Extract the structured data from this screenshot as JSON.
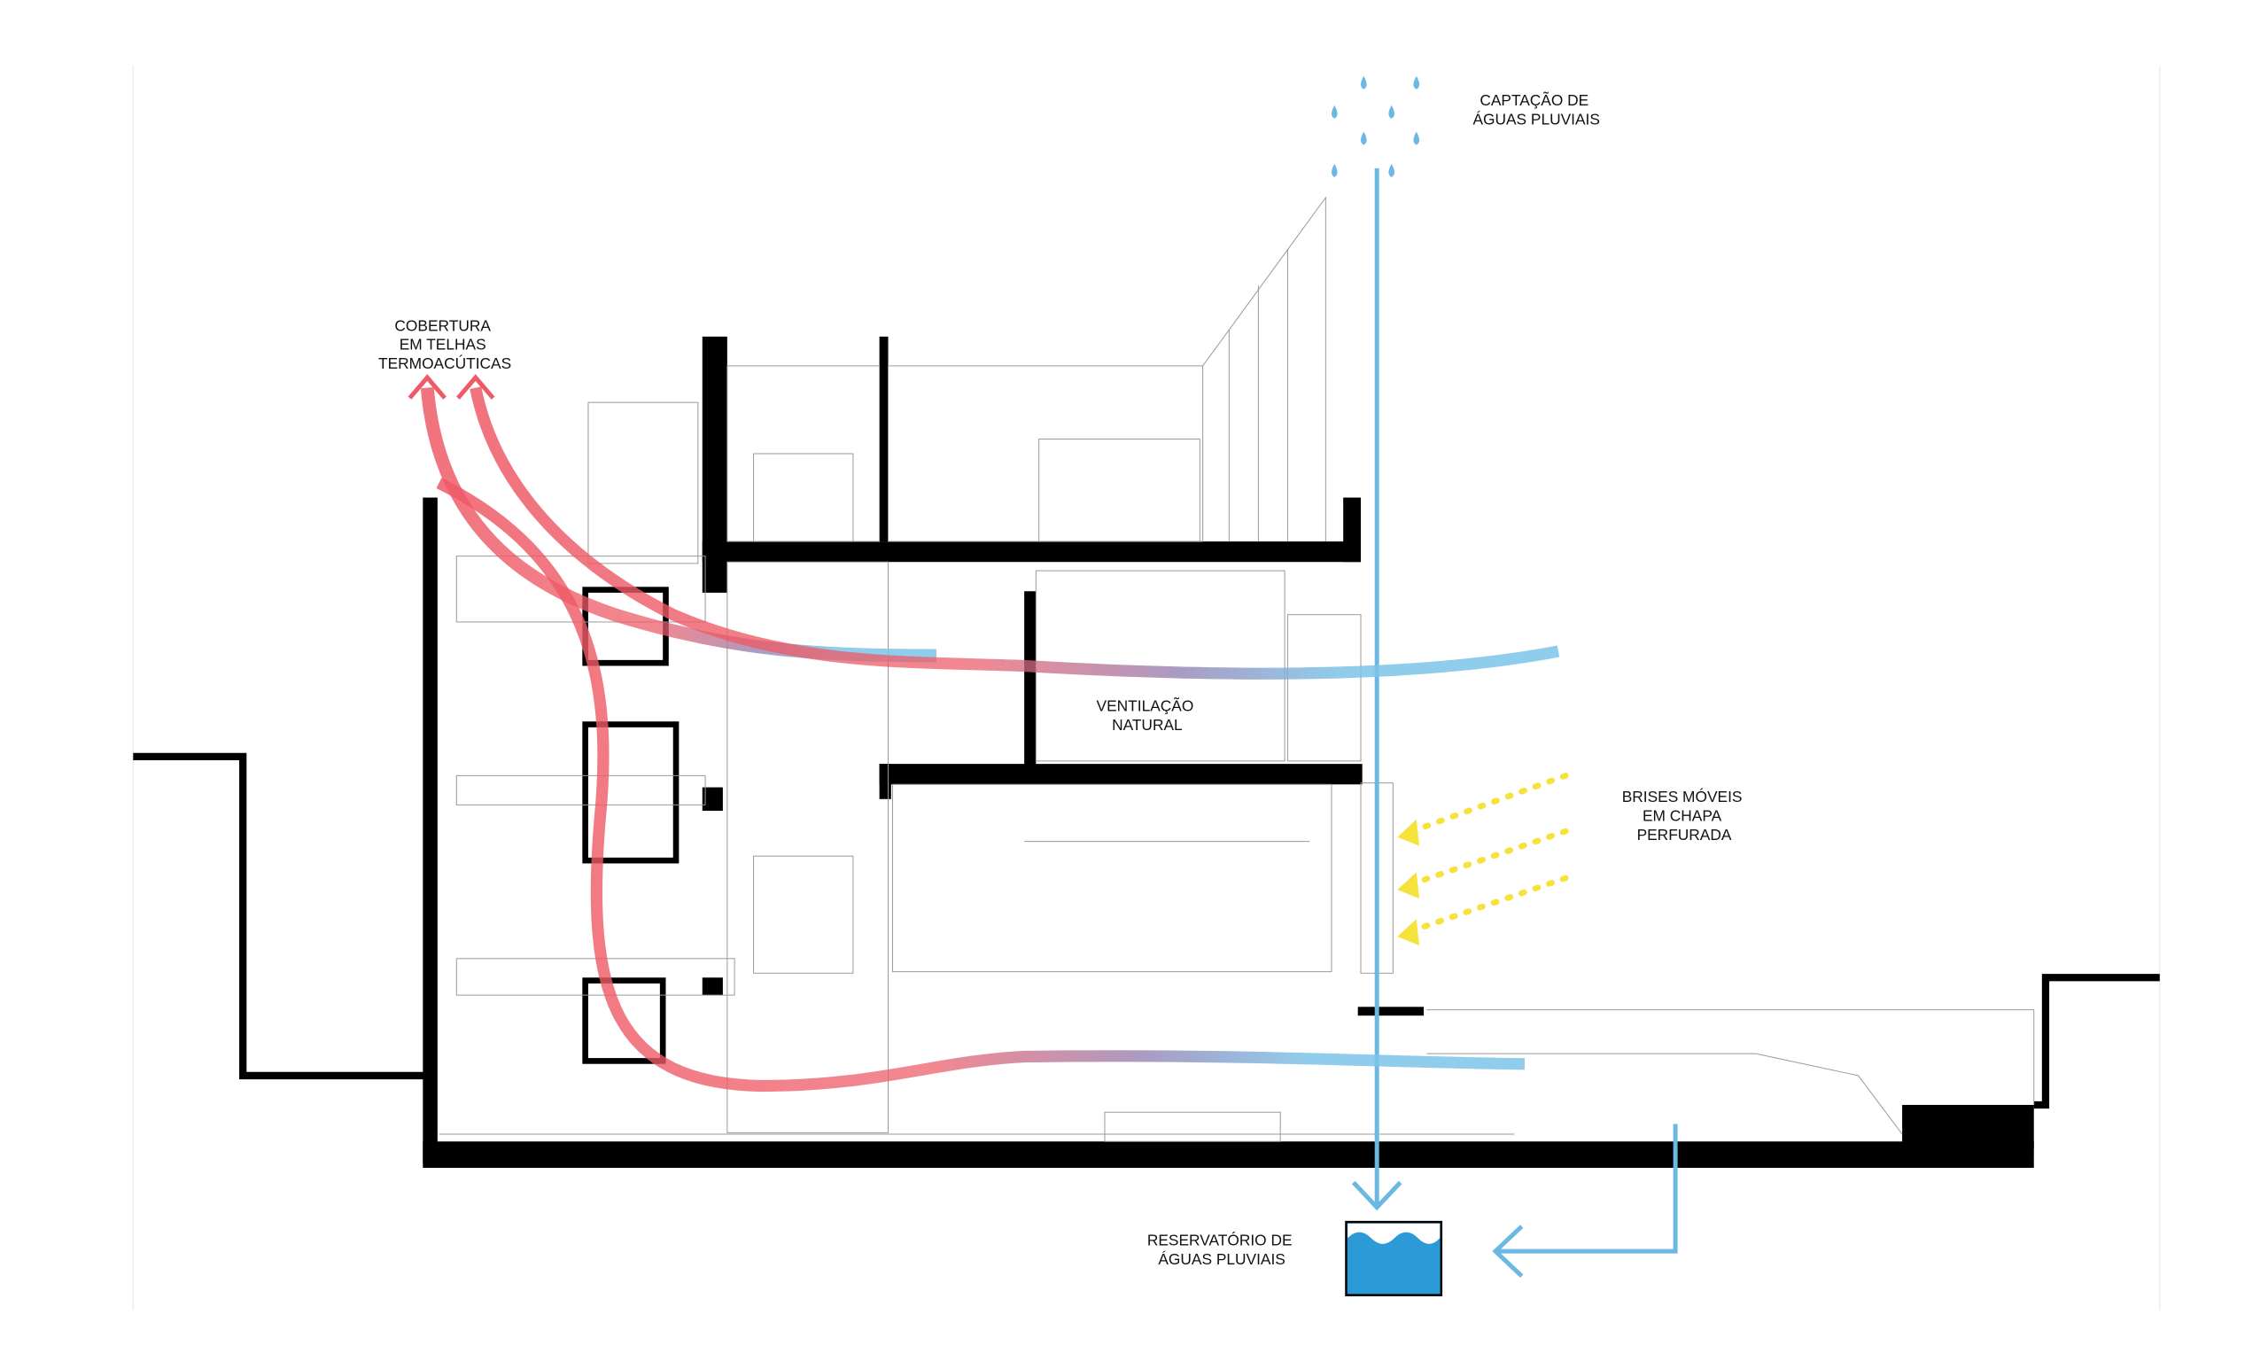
{
  "labels": {
    "roof": [
      "COBERTURA",
      "EM TELHAS",
      "TERMOACÚTICAS"
    ],
    "rainwater_capture": [
      "CAPTAÇÃO DE",
      "ÁGUAS PLUVIAIS"
    ],
    "ventilation": [
      "VENTILAÇÃO",
      "NATURAL"
    ],
    "brises": [
      "BRISES MÓVEIS",
      "EM CHAPA",
      "PERFURADA"
    ],
    "reservoir": [
      "RESERVATÓRIO DE",
      "ÁGUAS PLUVIAIS"
    ]
  },
  "colors": {
    "hot_air": "#ee5a66",
    "cool_air": "#7cc4e8",
    "water": "#6bb8e2",
    "reservoir_fill": "#2b9ad6",
    "sun": "#f5e23a",
    "structure": "#000000"
  }
}
